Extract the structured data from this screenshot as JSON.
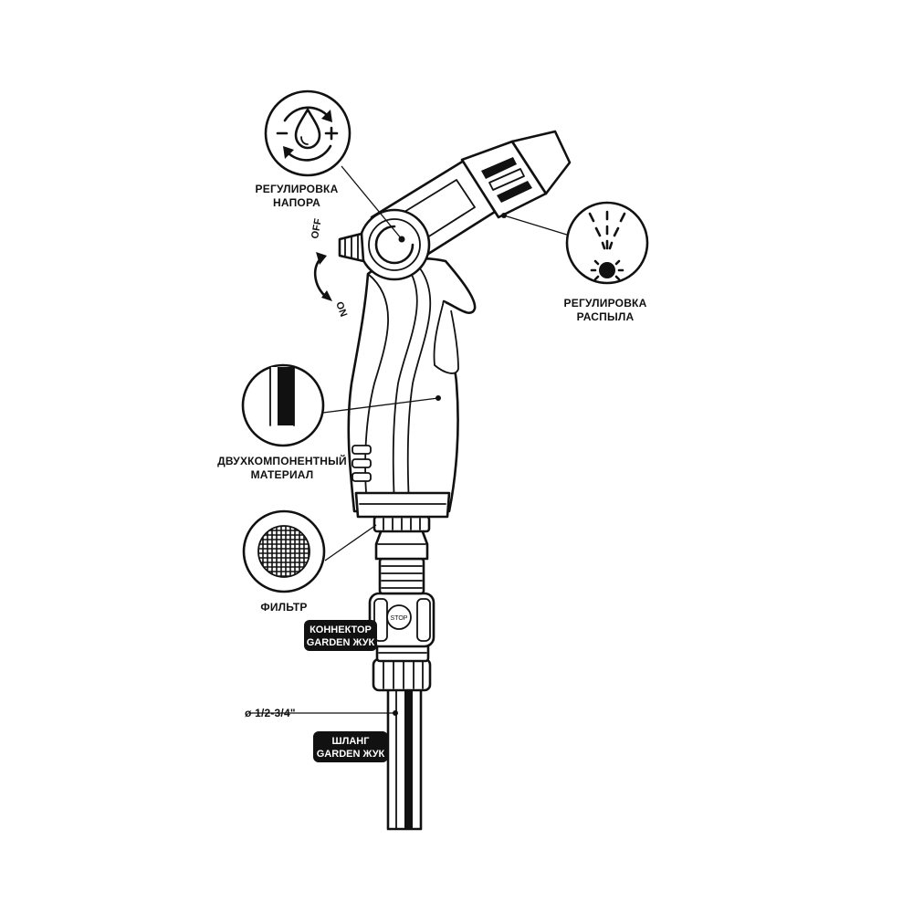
{
  "labels": {
    "pressure": [
      "РЕГУЛИРОВКА",
      "НАПОРА"
    ],
    "spray": [
      "РЕГУЛИРОВКА",
      "РАСПЫЛА"
    ],
    "material": [
      "ДВУХКОМПОНЕНТНЫЙ",
      "МАТЕРИАЛ"
    ],
    "filter": "ФИЛЬТР",
    "connector": [
      "КОННЕКТОР",
      "GARDEN ЖУК"
    ],
    "hose": [
      "ШЛАНГ",
      "GARDEN ЖУК"
    ],
    "diameter": "ø 1/2-3/4\"",
    "off": "OFF",
    "on": "ON",
    "stop": "STOP"
  },
  "icons": {
    "pressure": "pressure-adjust-icon",
    "spray": "spray-pattern-icon",
    "material": "two-component-material-icon",
    "filter": "filter-mesh-icon"
  },
  "colors": {
    "ink": "#111111",
    "paper": "#ffffff"
  }
}
